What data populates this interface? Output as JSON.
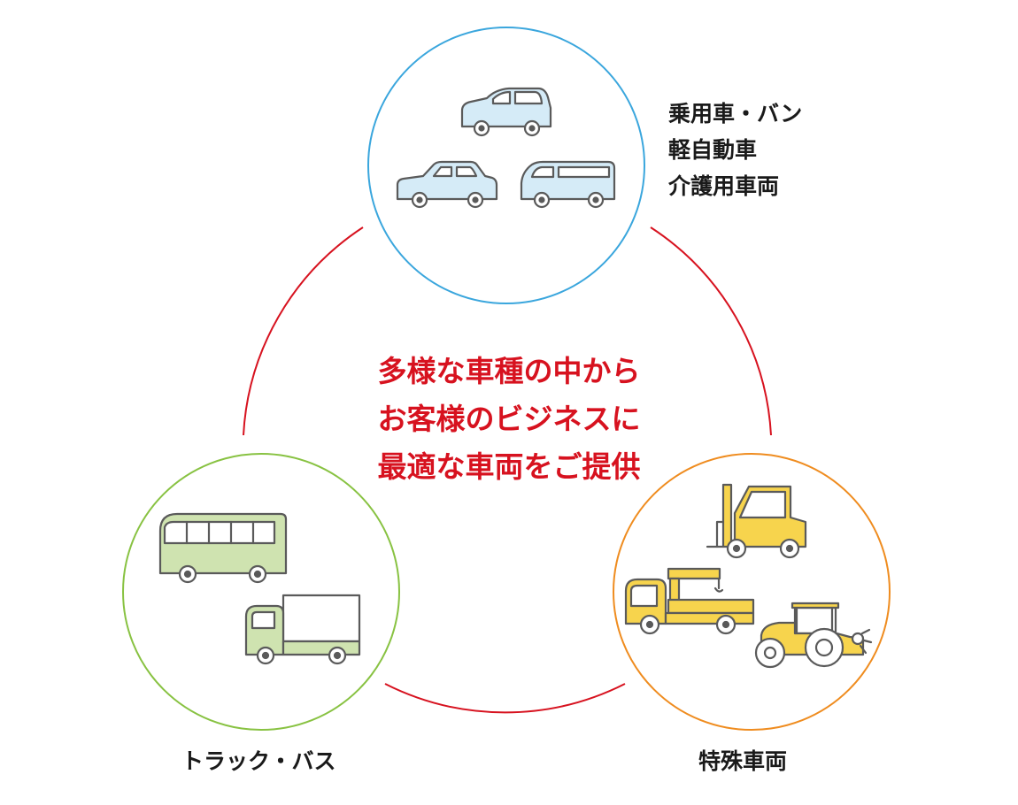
{
  "colors": {
    "ring": "#d7121f",
    "passenger_circle": "#3aa6dd",
    "truck_circle": "#88c242",
    "special_circle": "#ef8c1f",
    "passenger_fill": "#d5ebf7",
    "truck_fill": "#cfe3b0",
    "special_fill": "#f7d44d",
    "outline": "#5a5a5a",
    "headline": "#d7121f"
  },
  "headline": {
    "lines": [
      "多様な車種の中から",
      "お客様のビジネスに",
      "最適な車両をご提供"
    ]
  },
  "groups": {
    "passenger": {
      "labels": [
        "乗用車・バン",
        "軽自動車",
        "介護用車両"
      ],
      "icons": [
        "hatchback-car-icon",
        "sedan-car-icon",
        "van-icon"
      ]
    },
    "truck_bus": {
      "label": "トラック・バス",
      "icons": [
        "bus-icon",
        "truck-icon"
      ]
    },
    "special": {
      "label": "特殊車両",
      "icons": [
        "forklift-icon",
        "crane-truck-icon",
        "tractor-icon"
      ]
    }
  }
}
